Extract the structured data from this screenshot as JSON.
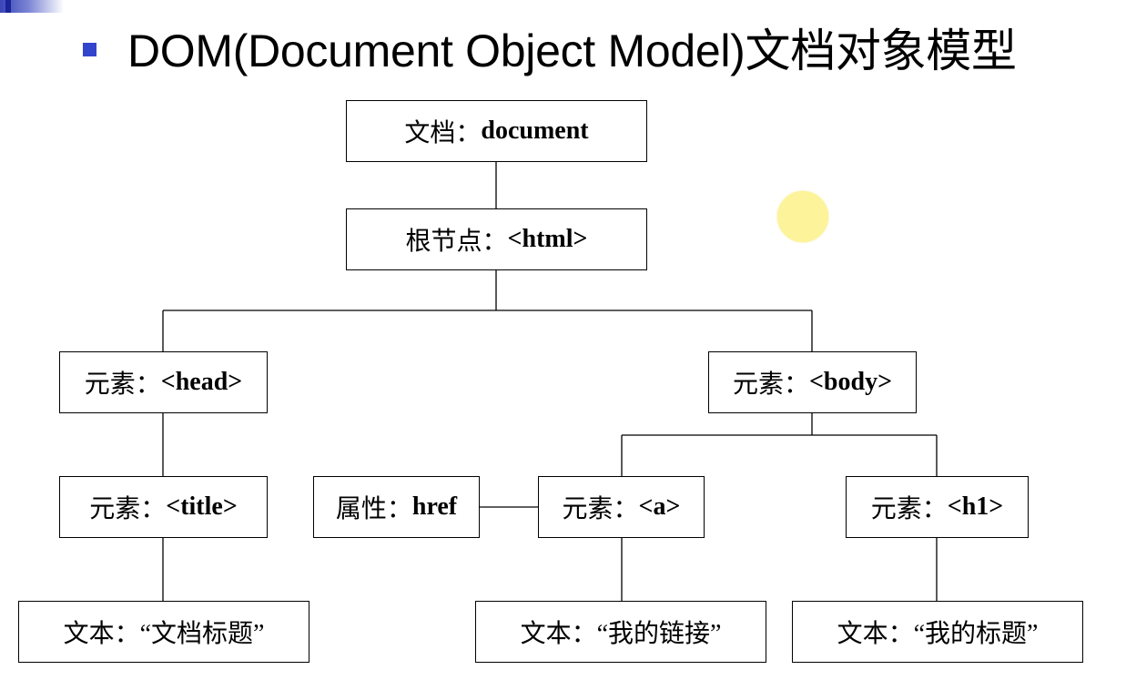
{
  "slide": {
    "title": "DOM(Document Object Model)文档对象模型",
    "accent_color": "#3344cc",
    "highlight_color": "#fcf39a"
  },
  "diagram": {
    "nodes": {
      "document": {
        "prefix": "文档：",
        "tag": "document"
      },
      "html": {
        "prefix": "根节点：",
        "tag": "<html>"
      },
      "head": {
        "prefix": "元素：",
        "tag": "<head>"
      },
      "body": {
        "prefix": "元素：",
        "tag": "<body>"
      },
      "title": {
        "prefix": "元素：",
        "tag": "<title>"
      },
      "href": {
        "prefix": "属性：",
        "tag": "href"
      },
      "a": {
        "prefix": "元素：",
        "tag": "<a>"
      },
      "h1": {
        "prefix": "元素：",
        "tag": "<h1>"
      },
      "text_title": {
        "prefix": "文本：",
        "tag": "“文档标题”"
      },
      "text_a": {
        "prefix": "文本：",
        "tag": "“我的链接”"
      },
      "text_h1": {
        "prefix": "文本：",
        "tag": "“我的标题”"
      }
    }
  }
}
